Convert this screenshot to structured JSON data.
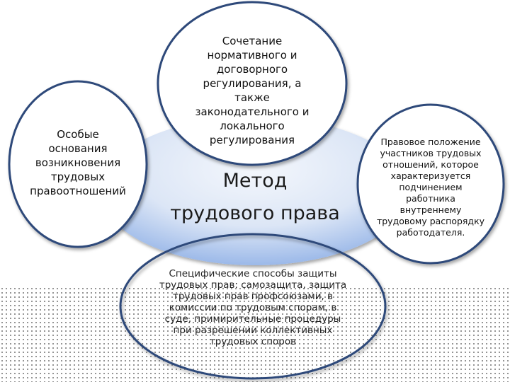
{
  "diagram": {
    "center": {
      "line1": "Метод",
      "line2": "трудового права"
    },
    "left": {
      "lines": [
        "Особые",
        "основания",
        "возникновения",
        "трудовых",
        "правоотношений"
      ]
    },
    "top": {
      "lines": [
        "Сочетание",
        "нормативного и",
        "договорного",
        "регулирования, а",
        "также",
        "законодательного и",
        "локального",
        "регулирования"
      ]
    },
    "right": {
      "lines": [
        "Правовое положение",
        "участников трудовых",
        "отношений, которое",
        "характеризуется",
        "подчинением",
        "работника",
        "внутреннему",
        "трудовому распорядку",
        "работодателя."
      ]
    },
    "bottom": {
      "lines": [
        "Специфические способы защиты",
        "трудовых прав: самозащита, защита",
        "трудовых прав профсоюзами, в",
        "комиссии по трудовым спорам, в",
        "суде, примирительные процедуры",
        "при разрешении коллективных",
        "трудовых споров"
      ]
    },
    "colors": {
      "center_fill_light": "#eef3fb",
      "center_fill_dark": "#8fb0e6",
      "outline": "#2e4a7a",
      "bubble_fill": "#ffffff"
    }
  }
}
